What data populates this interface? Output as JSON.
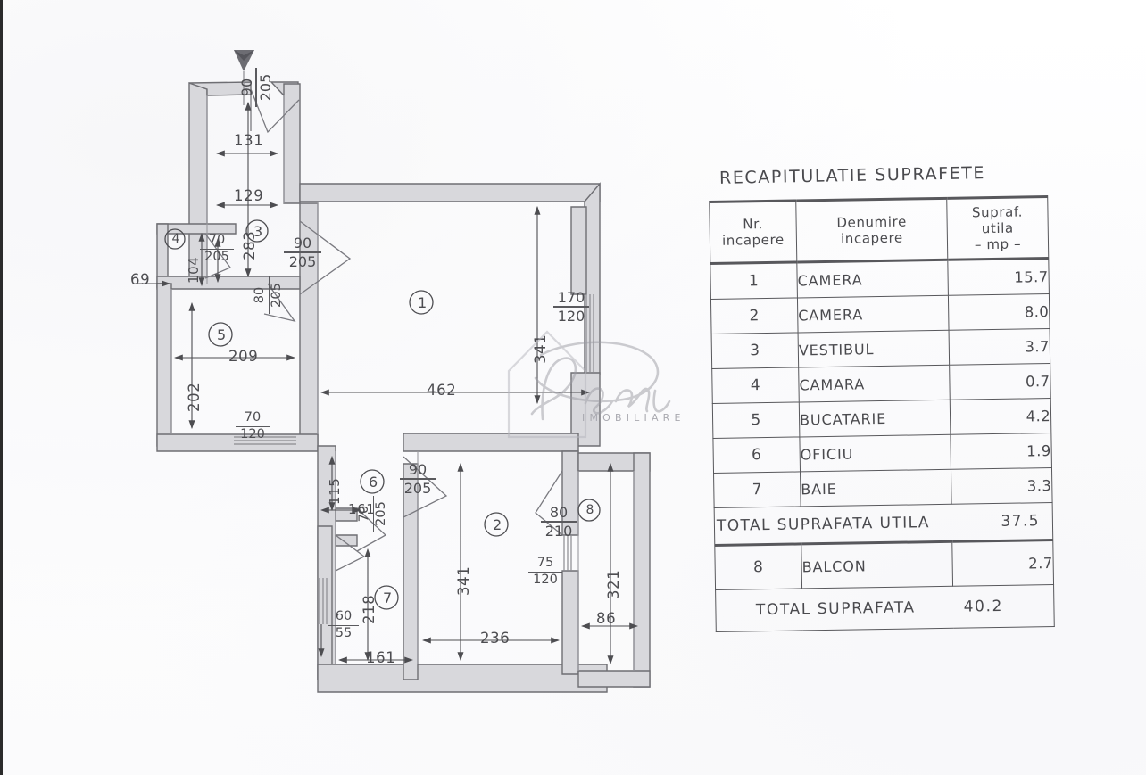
{
  "document": {
    "type": "architectural-floor-plan",
    "language": "ro"
  },
  "watermark": {
    "script_text": "Denoin",
    "subtitle": "IMOBILIARE",
    "logo": "house-outline-logo"
  },
  "table": {
    "title": "RECAPITULATIE SUPRAFETE",
    "headers": {
      "nr": "Nr.\nincapere",
      "nr_line1": "Nr.",
      "nr_line2": "incapere",
      "name_line1": "Denumire",
      "name_line2": "incapere",
      "area_line1": "Supraf.",
      "area_line2": "utila",
      "area_line3": "– mp –"
    },
    "rows": [
      {
        "nr": "1",
        "name": "CAMERA",
        "area": "15.7"
      },
      {
        "nr": "2",
        "name": "CAMERA",
        "area": "8.0"
      },
      {
        "nr": "3",
        "name": "VESTIBUL",
        "area": "3.7"
      },
      {
        "nr": "4",
        "name": "CAMARA",
        "area": "0.7"
      },
      {
        "nr": "5",
        "name": "BUCATARIE",
        "area": "4.2"
      },
      {
        "nr": "6",
        "name": "OFICIU",
        "area": "1.9"
      },
      {
        "nr": "7",
        "name": "BAIE",
        "area": "3.3"
      }
    ],
    "total_utila": {
      "label": "TOTAL SUPRAFATA UTILA",
      "value": "37.5"
    },
    "balcony_row": {
      "nr": "8",
      "name": "BALCON",
      "area": "2.7"
    },
    "total": {
      "label": "TOTAL SUPRAFATA",
      "value": "40.2"
    }
  },
  "plan": {
    "entrance_marker": "entrance-arrow",
    "room_numbers": [
      "1",
      "2",
      "3",
      "4",
      "5",
      "6",
      "7",
      "8"
    ],
    "dimensions": {
      "d131": "131",
      "d129": "129",
      "d283": "283",
      "d104": "104",
      "d69": "69",
      "d209": "209",
      "d202": "202",
      "d462": "462",
      "d341_room1": "341",
      "d341_room2": "341",
      "d115": "115",
      "d161_top": "161",
      "d161_bottom": "161",
      "d218": "218",
      "d236": "236",
      "d321": "321",
      "d86": "86"
    },
    "openings": [
      {
        "id": "entrance-door",
        "width": "90",
        "height": "205"
      },
      {
        "id": "camara-door",
        "width": "70",
        "height": "205"
      },
      {
        "id": "room1-door",
        "width": "90",
        "height": "205"
      },
      {
        "id": "bucatarie-door",
        "width": "80",
        "height": "205"
      },
      {
        "id": "bucatarie-window",
        "width": "70",
        "height": "120"
      },
      {
        "id": "room1-window",
        "width": "170",
        "height": "120"
      },
      {
        "id": "room2-door",
        "width": "90",
        "height": "205"
      },
      {
        "id": "oficiu-door",
        "width": "70",
        "height": "205"
      },
      {
        "id": "balcony-door",
        "width": "80",
        "height": "210"
      },
      {
        "id": "room2-window",
        "width": "75",
        "height": "120"
      },
      {
        "id": "baie-window",
        "width": "60",
        "height": "55"
      }
    ],
    "colors": {
      "wall_fill": "#d8d8dc",
      "wall_stroke": "#6e6e73",
      "line": "#4d4d51",
      "text": "#4d4d51"
    }
  }
}
